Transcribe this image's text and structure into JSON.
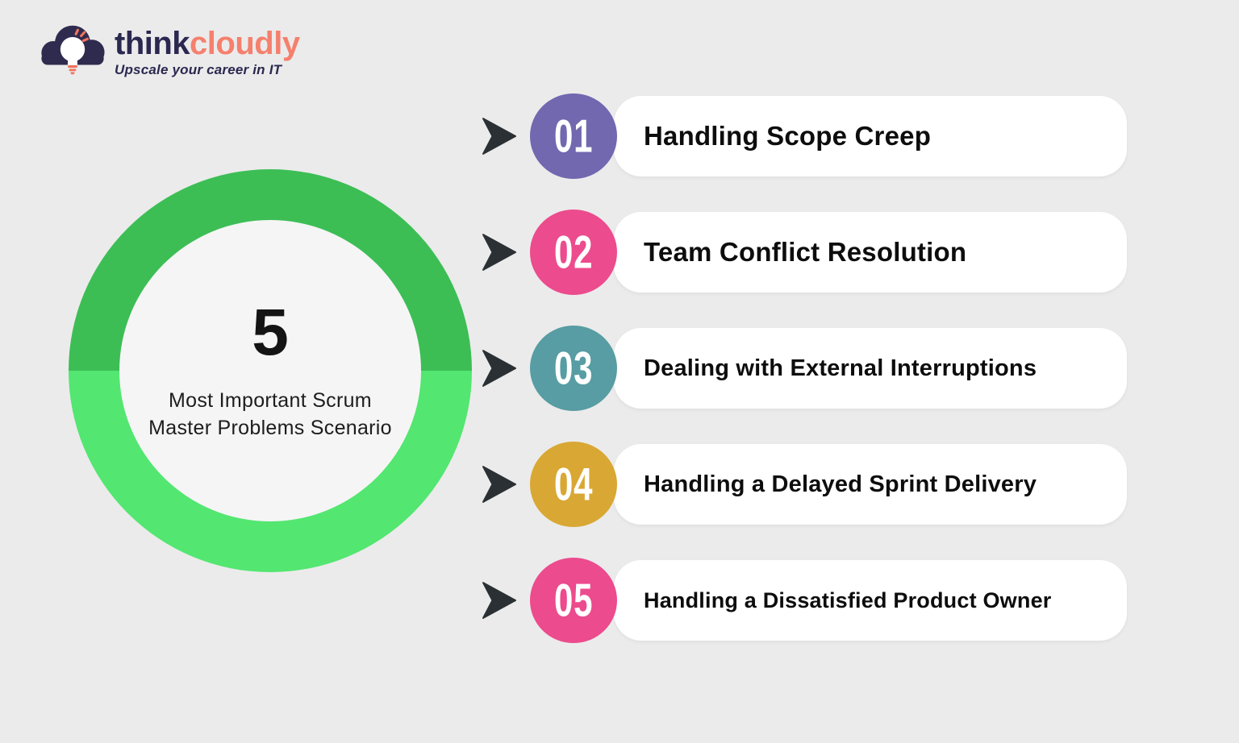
{
  "page": {
    "background": "#ebebeb"
  },
  "logo": {
    "brand_first": "think",
    "brand_second": "cloudly",
    "tagline": "Upscale your career in IT",
    "navy": "#2b2850",
    "coral": "#f5806d",
    "cloud_color": "#2f2b4e",
    "spark_color": "#f0735c"
  },
  "center_badge": {
    "number": "5",
    "caption_line1": "Most Important Scrum",
    "caption_line2": "Master Problems Scenario",
    "ring_top_color": "#3cbe55",
    "ring_bottom_color": "#53e671",
    "inner_color": "#f5f5f5"
  },
  "arrow_color": "#2a3034",
  "items": [
    {
      "number": "01",
      "label": "Handling Scope Creep",
      "color": "#7168b0"
    },
    {
      "number": "02",
      "label": "Team Conflict Resolution",
      "color": "#ec4b8d"
    },
    {
      "number": "03",
      "label": "Dealing with External Interruptions",
      "color": "#579da3"
    },
    {
      "number": "04",
      "label": "Handling a Delayed Sprint Delivery",
      "color": "#d9a733"
    },
    {
      "number": "05",
      "label": "Handling a Dissatisfied Product Owner",
      "color": "#ec4b8d"
    }
  ]
}
